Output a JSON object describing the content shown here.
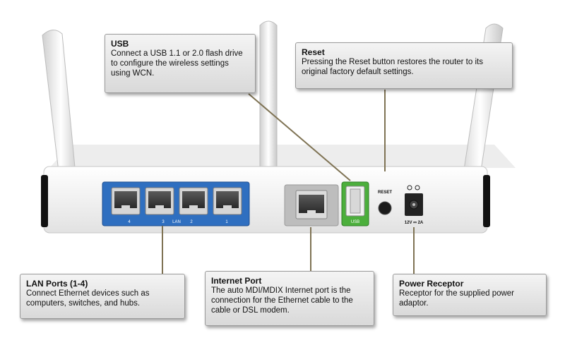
{
  "callouts": {
    "usb": {
      "title": "USB",
      "description": "Connect a USB 1.1 or 2.0 flash drive to configure the wireless settings using WCN."
    },
    "reset": {
      "title": "Reset",
      "description": "Pressing the Reset button restores the router to its original factory default settings."
    },
    "lan": {
      "title": "LAN Ports (1-4)",
      "description": "Connect Ethernet devices such as computers, switches, and hubs."
    },
    "internet": {
      "title": "Internet Port",
      "description": "The auto MDI/MDIX Internet port is the connection for the Ethernet cable to the cable or DSL modem."
    },
    "power": {
      "title": "Power Receptor",
      "description": "Receptor for the supplied power adaptor."
    }
  },
  "panel_labels": {
    "lan_numbers": [
      "4",
      "3",
      "LAN",
      "2",
      "1"
    ],
    "usb": "USB",
    "reset": "RESET",
    "power": "12V ⎓ 2A"
  },
  "colors": {
    "lan_block": "#2f6fc0",
    "usb_block": "#4caf3c",
    "leader_line": "#7f7354",
    "router_body": "#f3f3f3"
  }
}
